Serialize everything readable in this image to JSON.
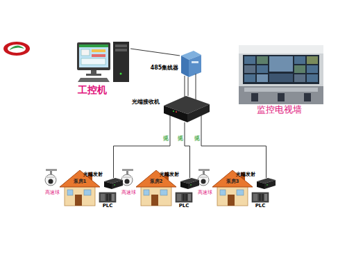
{
  "diagram": {
    "nodes": [
      {
        "text": [
          "工控机"
        ]
      },
      {
        "text": [
          "485集线器"
        ]
      },
      {
        "text": [
          "光端接收机"
        ]
      },
      {
        "text": [
          "监控电视墙"
        ]
      },
      {
        "text": [
          "高速球"
        ]
      },
      {
        "text": [
          "泵房1"
        ]
      },
      {
        "text": [
          "光端发射"
        ]
      },
      {
        "text": [
          "PLC"
        ]
      },
      {
        "text": [
          "高速球"
        ]
      },
      {
        "text": [
          "泵房2"
        ]
      },
      {
        "text": [
          "光端发射"
        ]
      },
      {
        "text": [
          "PLC"
        ]
      },
      {
        "text": [
          "高速球"
        ]
      },
      {
        "text": [
          "泵房3"
        ]
      },
      {
        "text": [
          "光端发射"
        ]
      },
      {
        "text": [
          "PLC"
        ]
      }
    ],
    "edges": [
      {
        "from": 0,
        "to": 1,
        "arrow": "none"
      },
      {
        "from": 1,
        "to": 2,
        "arrow": "none"
      },
      {
        "from": 2,
        "to": 6,
        "label": "光缆",
        "arrow": "none"
      },
      {
        "from": 2,
        "to": 10,
        "label": "光缆",
        "arrow": "none"
      },
      {
        "from": 2,
        "to": 14,
        "label": "光缆",
        "arrow": "none"
      }
    ]
  }
}
